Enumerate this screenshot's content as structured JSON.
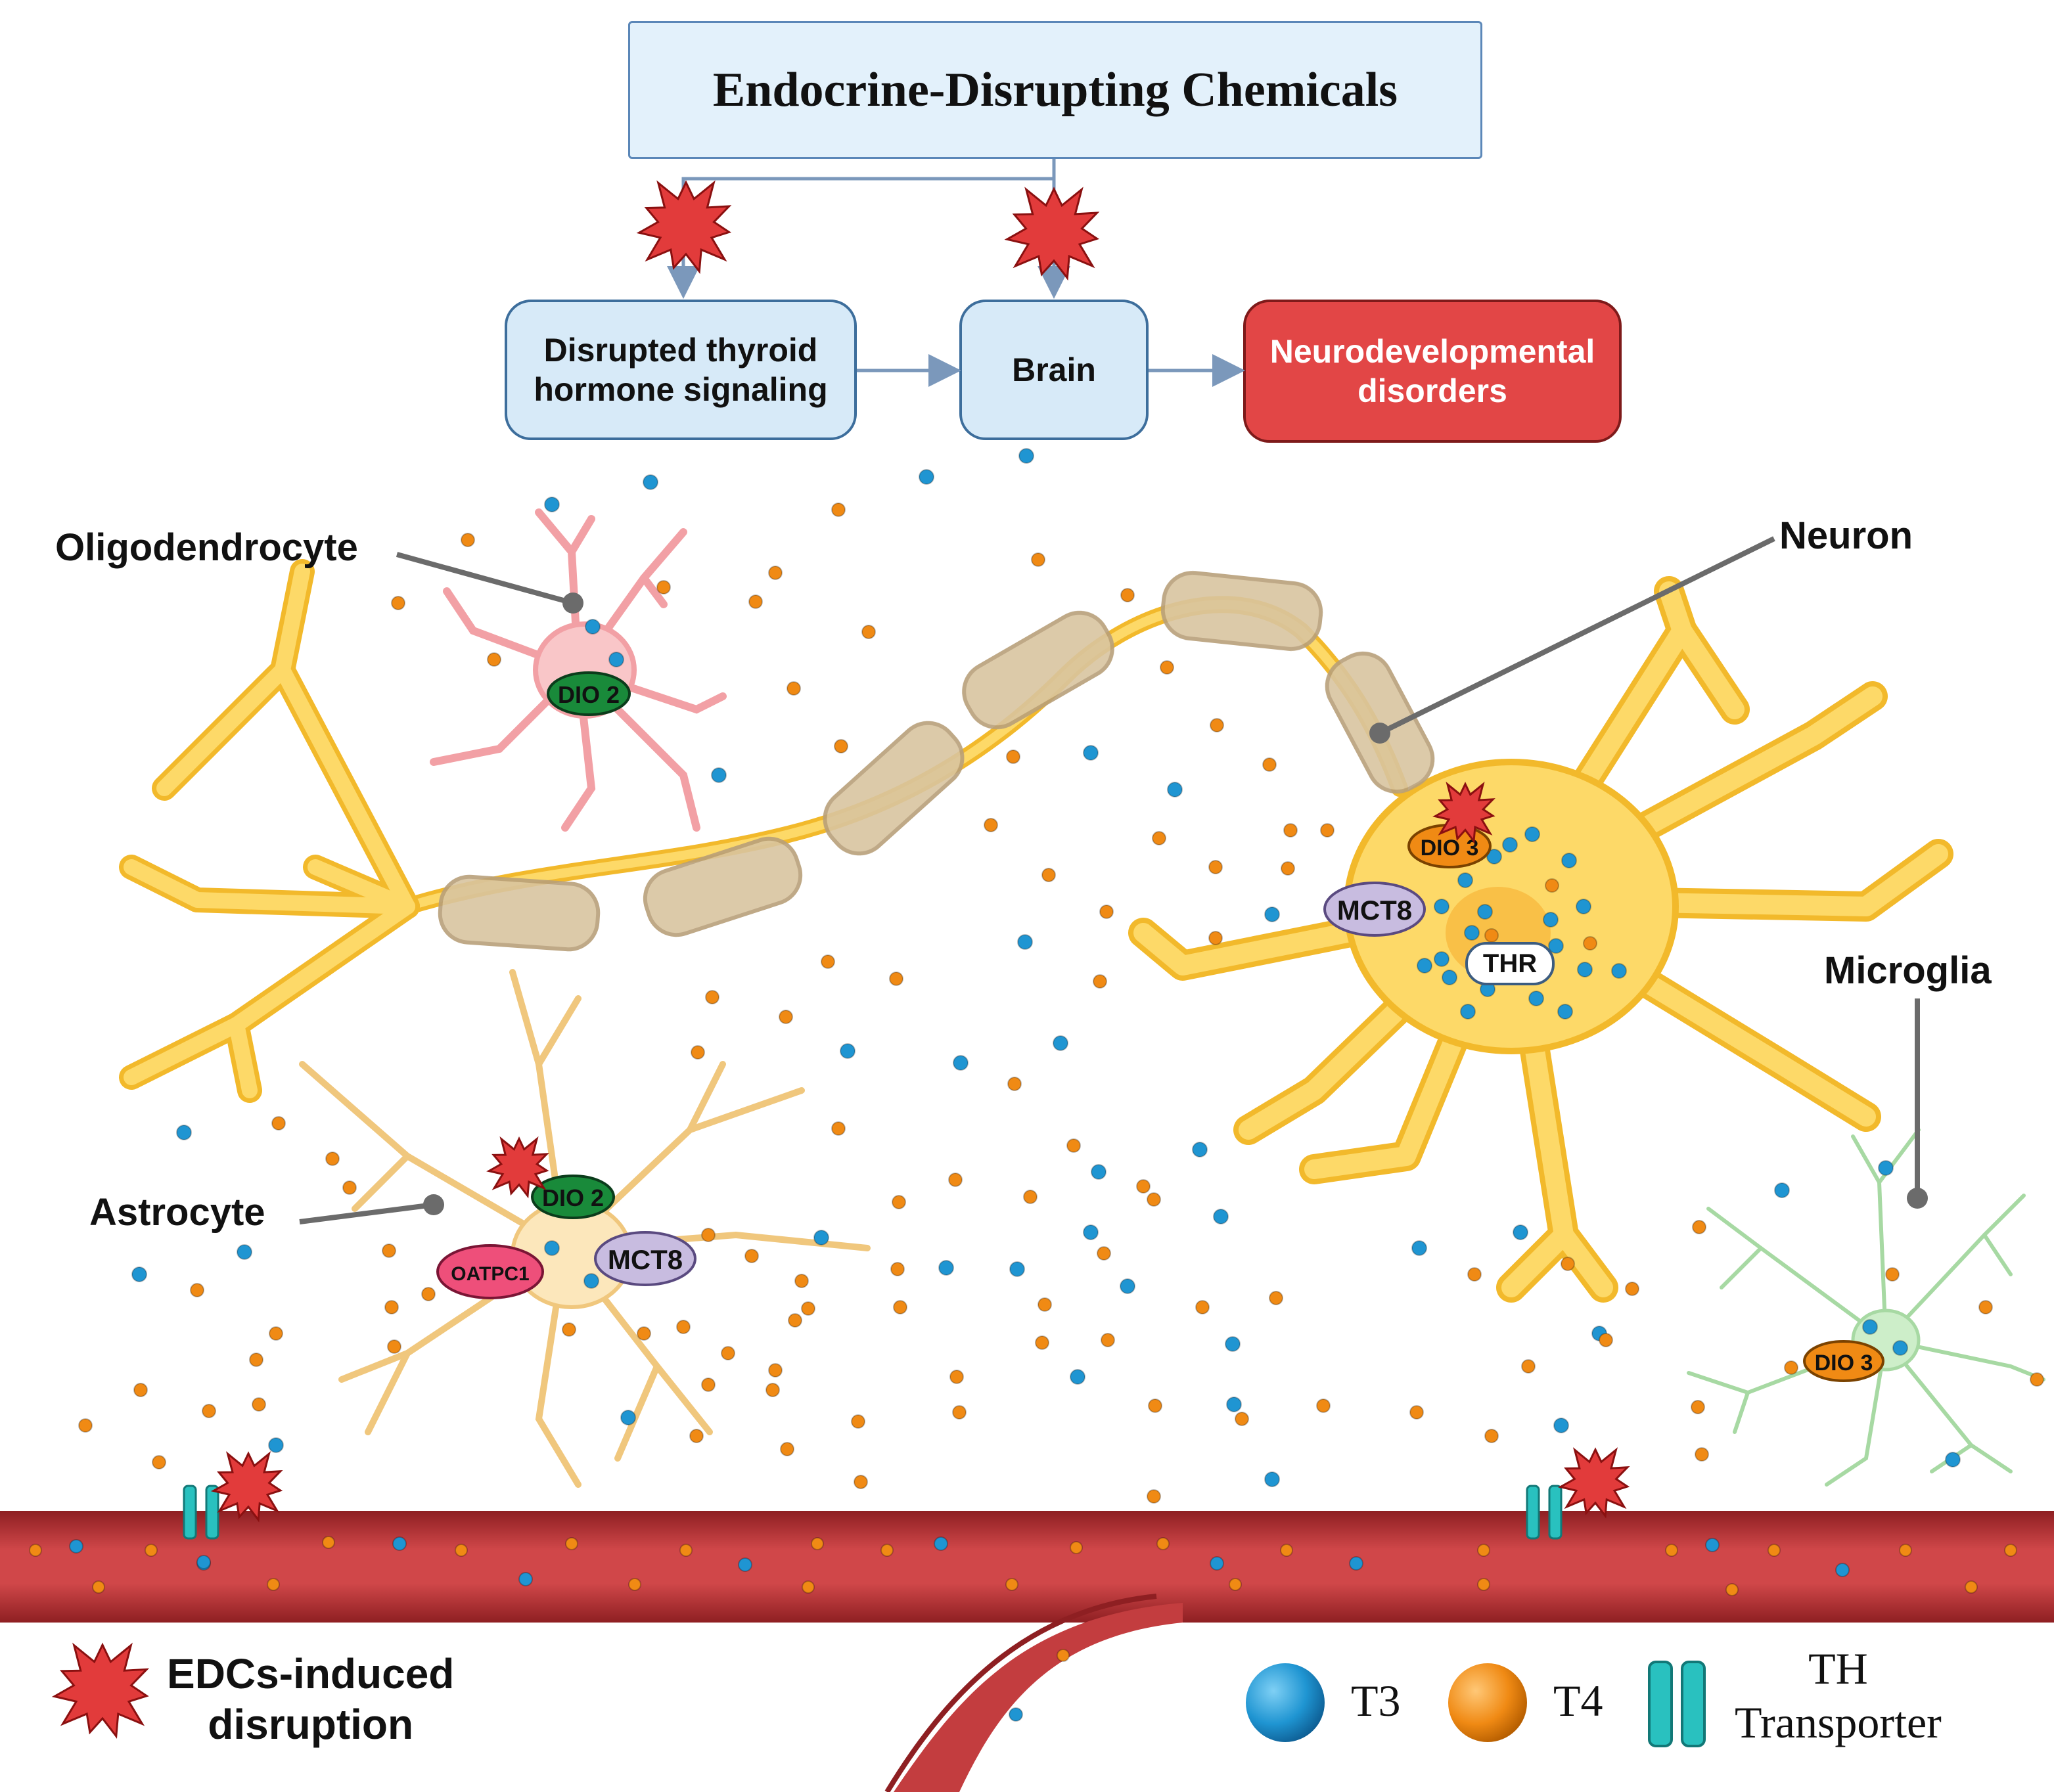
{
  "title": "Endocrine-Disrupting Chemicals",
  "flow": {
    "thyroid": "Disrupted thyroid\nhormone signaling",
    "brain": "Brain",
    "disorders": "Neurodevelopmental\ndisorders"
  },
  "cells": {
    "oligodendrocyte": "Oligodendrocyte",
    "neuron": "Neuron",
    "astrocyte": "Astrocyte",
    "microglia": "Microglia"
  },
  "badges": {
    "dio2_oligo": "DIO 2",
    "dio3_neuron": "DIO 3",
    "mct8_neuron": "MCT8",
    "thr": "THR",
    "dio2_astro": "DIO 2",
    "oatpc1": "OATPC1",
    "mct8_astro": "MCT8",
    "dio3_micro": "DIO 3"
  },
  "legend": {
    "edc": "EDCs-induced\ndisruption",
    "t3": "T3",
    "t4": "T4",
    "transporter": "TH\nTransporter"
  },
  "colors": {
    "t3": "#1f95d2",
    "t4": "#f08a14",
    "neuron": "#fdd968",
    "myelin": "#d9c4a0",
    "vessel": "#c8393b",
    "star": "#e23b3b",
    "transporter": "#29c1bf",
    "disorder": "#e24646"
  }
}
